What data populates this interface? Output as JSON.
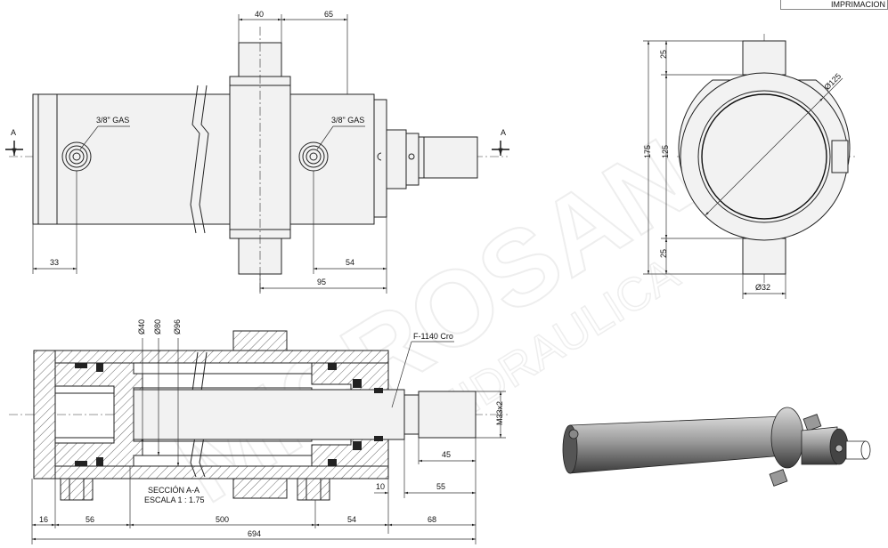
{
  "title_block": {
    "label": "IMPRIMACION"
  },
  "front_view": {
    "dims": {
      "d40": "40",
      "d65": "65",
      "d33": "33",
      "d54": "54",
      "d95": "95"
    },
    "port_left": "3/8\" GAS",
    "port_right": "3/8\" GAS",
    "section_mark_left": "A",
    "section_mark_right": "A"
  },
  "side_view": {
    "dims": {
      "d25_top": "25",
      "d125": "125",
      "d175": "175",
      "d25_bottom": "25",
      "dia125": "Ø125",
      "dia32": "Ø32"
    }
  },
  "section_view": {
    "dims": {
      "dia40": "Ø40",
      "dia80": "Ø80",
      "dia96": "Ø96",
      "m33": "M33x2",
      "d45": "45",
      "d10": "10",
      "d55": "55",
      "d16": "16",
      "d56": "56",
      "d500": "500",
      "d54": "54",
      "d68": "68",
      "d694": "694"
    },
    "rod_material": "F-1140 Cro",
    "section_title": "SECCIÓN A-A",
    "section_scale": "ESCALA 1 : 1.75"
  },
  "watermark": {
    "line1": "MICROSAN",
    "line2": "HIDRAULICA"
  }
}
